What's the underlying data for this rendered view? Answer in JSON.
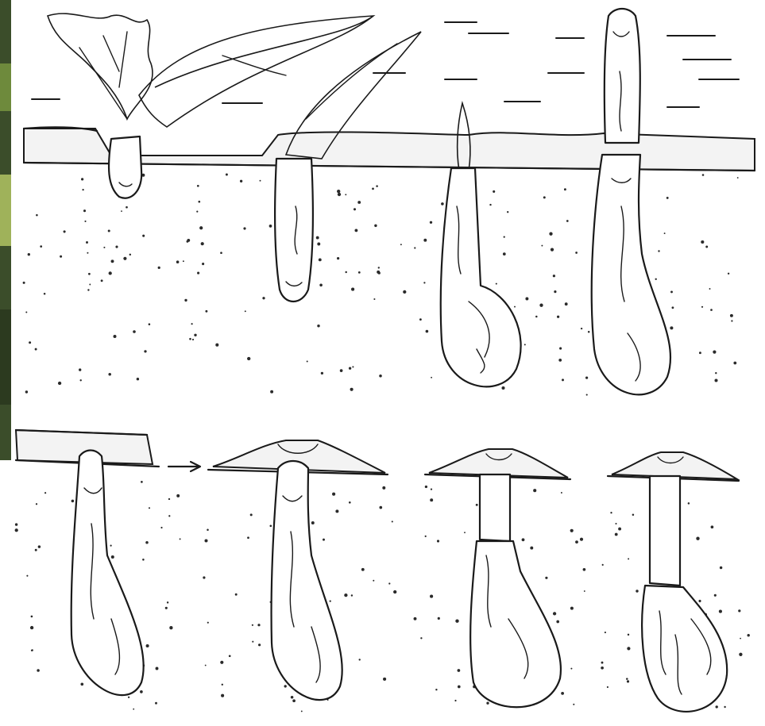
{
  "figure": {
    "ink_color": "#1a1a1a",
    "background_color": "#ffffff",
    "left_strip_colors": [
      "#3b4d2a",
      "#6e8a3c",
      "#9fb25a",
      "#2c3a1f"
    ],
    "top_row_panels": [
      "worm-entering-with-leaf",
      "worm-pulling-into-burrow",
      "worm-turning-in-burrow",
      "worm-extended-from-burrow"
    ],
    "bottom_row_panels": [
      "worm-at-surface-before-mound",
      "worm-forming-mound",
      "worm-capped-tube-partial",
      "worm-capped-tube-complete"
    ],
    "arrow": "right-arrow"
  }
}
